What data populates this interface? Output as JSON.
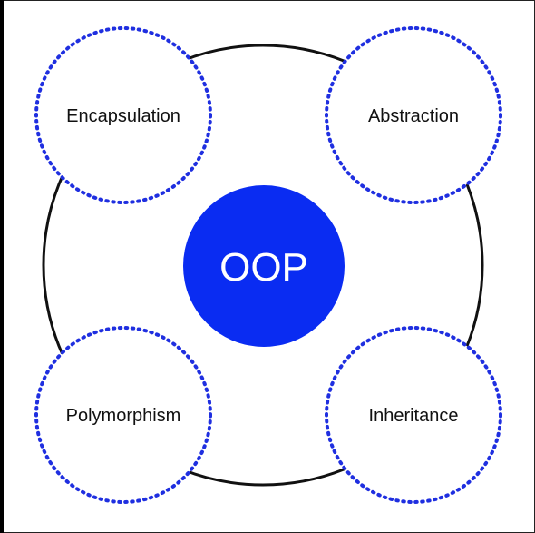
{
  "diagram": {
    "center": {
      "label": "OOP",
      "color": "#0a2cf2"
    },
    "ring_color": "#111111",
    "node_border_color": "#1f2fe0",
    "nodes": [
      {
        "id": "encapsulation",
        "label": "Encapsulation"
      },
      {
        "id": "abstraction",
        "label": "Abstraction"
      },
      {
        "id": "polymorphism",
        "label": "Polymorphism"
      },
      {
        "id": "inheritance",
        "label": "Inheritance"
      }
    ]
  }
}
